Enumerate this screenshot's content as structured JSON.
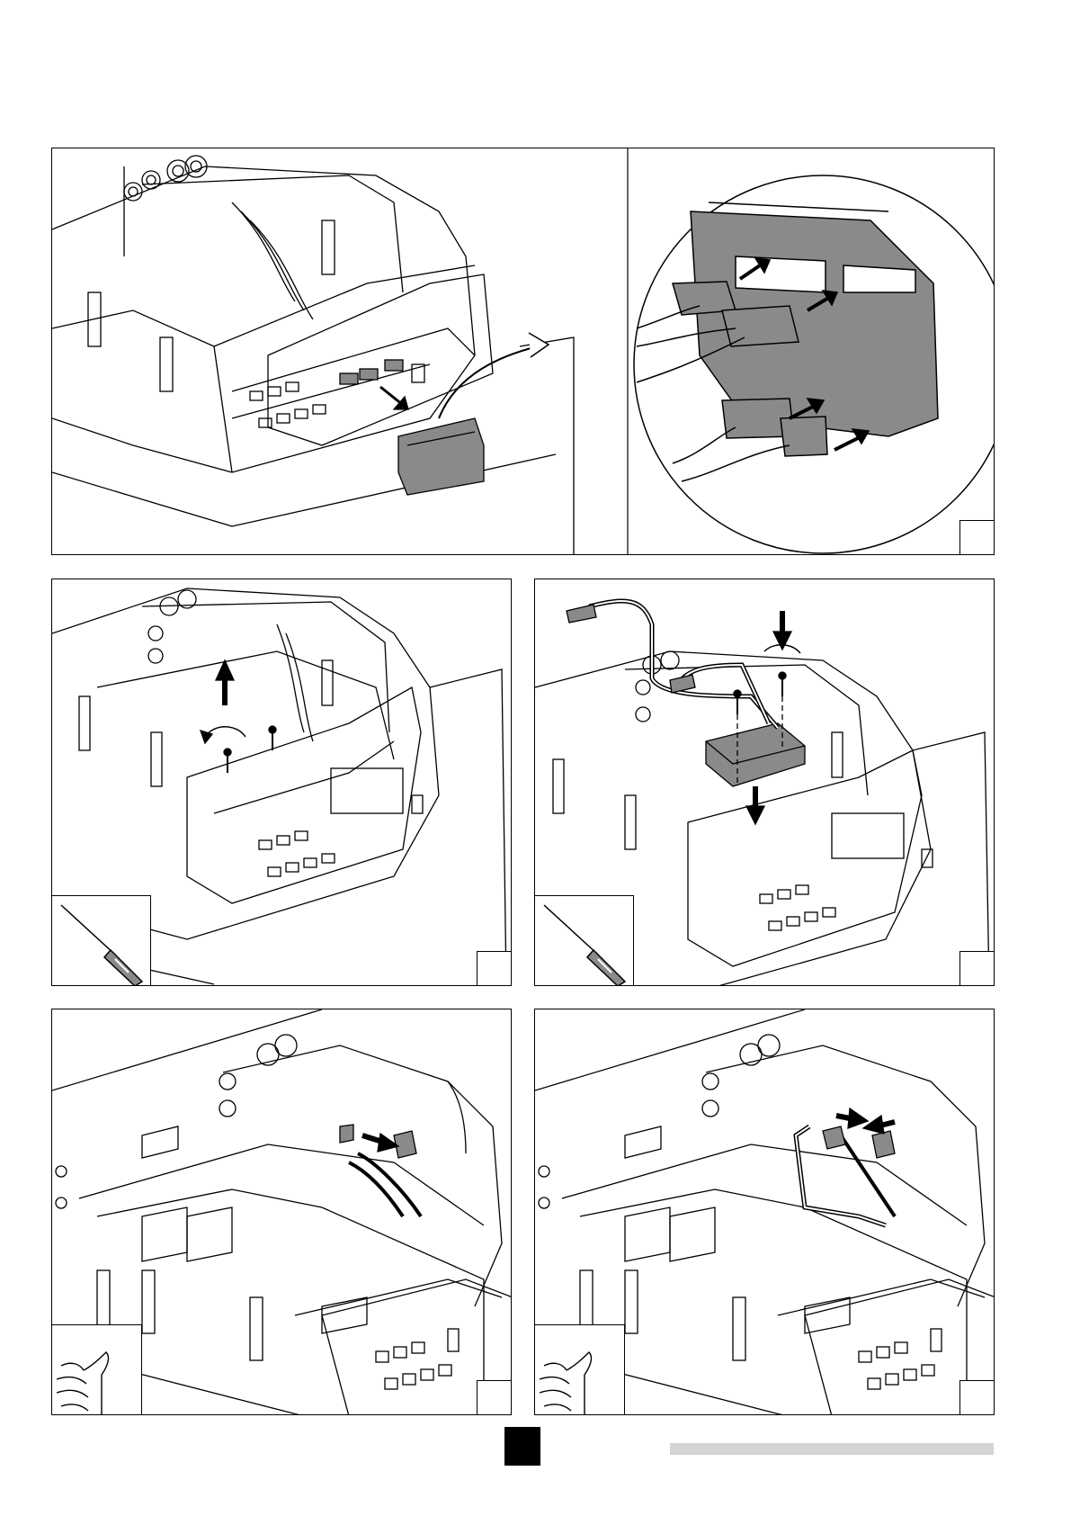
{
  "page": {
    "panels": [
      {
        "id": "1",
        "step": "",
        "description_icon": "connector-removal"
      },
      {
        "id": "2",
        "step": "",
        "description_icon": "screwdriver"
      },
      {
        "id": "3",
        "step": "",
        "description_icon": "screwdriver"
      },
      {
        "id": "4",
        "step": "",
        "description_icon": "hand"
      },
      {
        "id": "5",
        "step": "",
        "description_icon": "hand"
      }
    ],
    "colors": {
      "line": "#000000",
      "component_fill": "#8a8a8a",
      "footer_bar": "#d4d4d4",
      "page_marker": "#000000"
    }
  }
}
